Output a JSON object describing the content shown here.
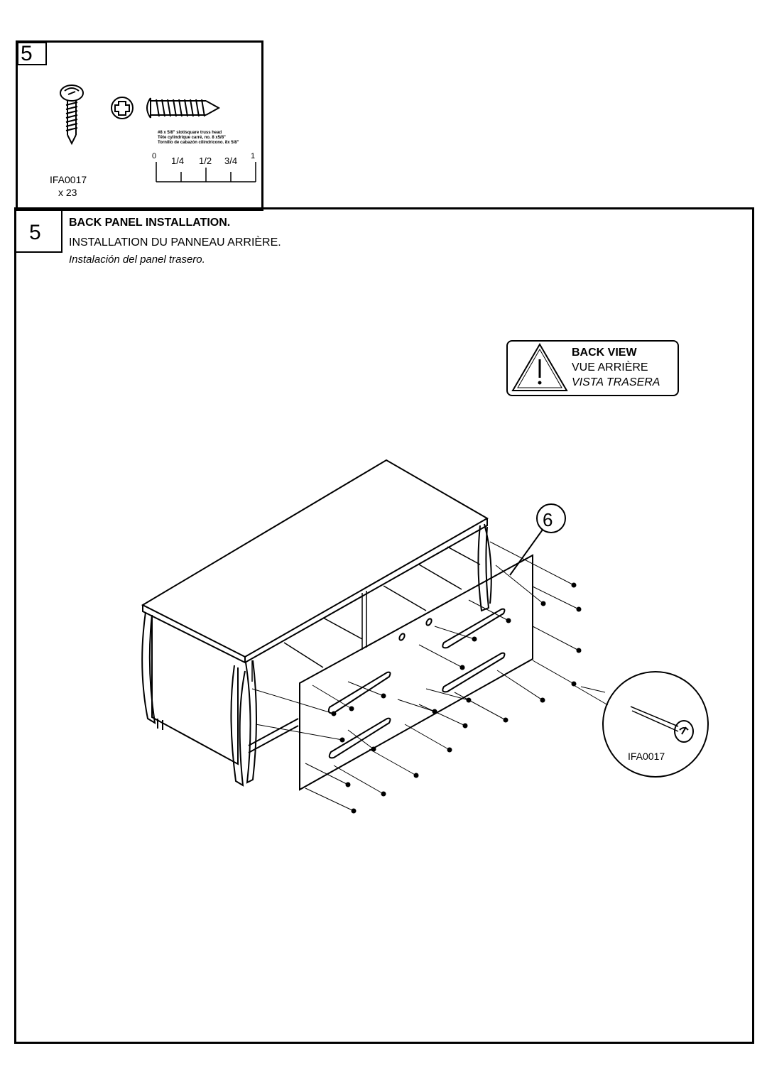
{
  "hardware": {
    "step_number": "5",
    "part_code": "IFA0017",
    "quantity": "x 23",
    "screw_description": [
      "#8 x 5/8\" slot/square truss head",
      "Tête cylindrique carré, no. 8 x5/8\"",
      "Tornillo de cabazón cilindricono. 8x 5/8\""
    ],
    "ruler_labels": [
      "0",
      "1/4",
      "1/2",
      "3/4",
      "1"
    ]
  },
  "step": {
    "number": "5",
    "title_en": "BACK PANEL INSTALLATION.",
    "title_fr": "INSTALLATION DU PANNEAU ARRIÈRE.",
    "title_es": "Instalación del panel trasero."
  },
  "warning": {
    "line_en": "BACK VIEW",
    "line_fr": "VUE ARRIÈRE",
    "line_es": "VISTA TRASERA",
    "icon": "warning-triangle-icon"
  },
  "diagram": {
    "part_callout": "6",
    "detail_label": "IFA0017"
  }
}
